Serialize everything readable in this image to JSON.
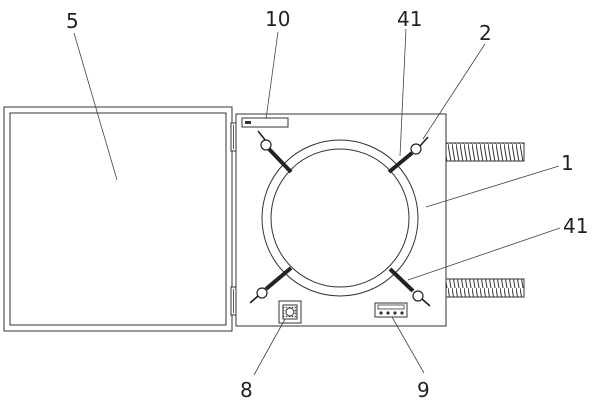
{
  "labels": {
    "door": "5",
    "display_panel": "10",
    "clamp_upper": "41",
    "clamp_arm": "2",
    "body": "1",
    "clamp_lower": "41",
    "fan": "8",
    "controller": "9"
  }
}
